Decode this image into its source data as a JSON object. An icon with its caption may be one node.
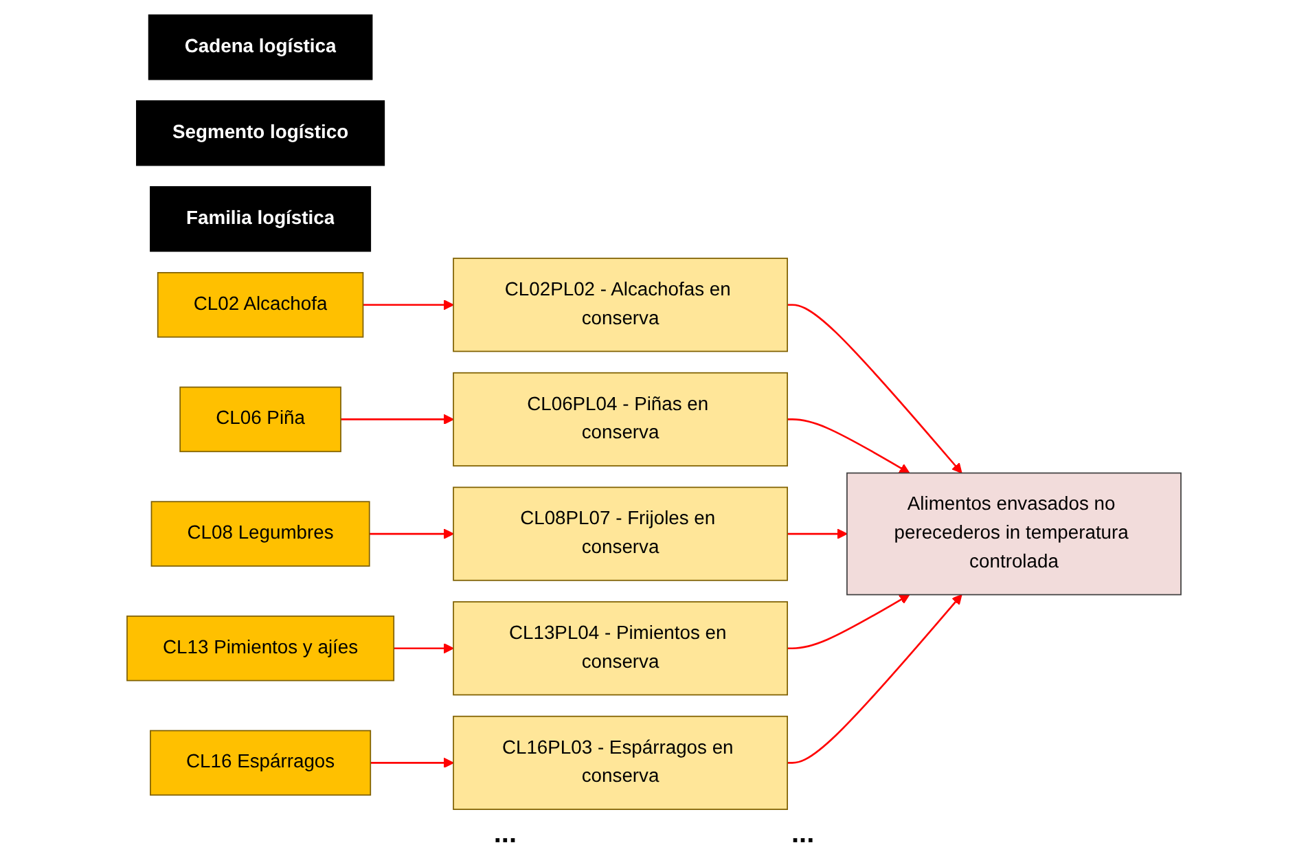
{
  "diagram": {
    "nodes": [
      {
        "text": [
          "Cadena logística"
        ]
      },
      {
        "text": [
          "Segmento logístico"
        ]
      },
      {
        "text": [
          "Familia logística"
        ]
      },
      {
        "text": [
          "CL02 Alcachofa"
        ]
      },
      {
        "text": [
          "CL02PL02 - Alcachofas en conserva"
        ]
      },
      {
        "text": [
          "Alimentos envasados no perecederos in temperatura controlada"
        ]
      },
      {
        "text": [
          "CL06 Piña"
        ]
      },
      {
        "text": [
          "CL06PL04 - Piñas en conserva"
        ]
      },
      {
        "text": [
          "CL08 Legumbres"
        ]
      },
      {
        "text": [
          "CL08PL07 - Frijoles en conserva"
        ]
      },
      {
        "text": [
          "CL13 Pimientos y ajíes"
        ]
      },
      {
        "text": [
          "CL13PL04 - Pimientos en conserva"
        ]
      },
      {
        "text": [
          "CL16 Espárragos"
        ]
      },
      {
        "text": [
          "CL16PL03 - Espárragos en conserva"
        ]
      }
    ],
    "edges": [
      {
        "from": 3,
        "to": 4,
        "arrow": "to"
      },
      {
        "from": 6,
        "to": 7,
        "arrow": "to"
      },
      {
        "from": 8,
        "to": 9,
        "arrow": "to"
      },
      {
        "from": 10,
        "to": 11,
        "arrow": "to"
      },
      {
        "from": 12,
        "to": 13,
        "arrow": "to"
      },
      {
        "from": 4,
        "to": 5,
        "arrow": "to"
      },
      {
        "from": 7,
        "to": 5,
        "arrow": "to"
      },
      {
        "from": 9,
        "to": 5,
        "arrow": "to"
      },
      {
        "from": 11,
        "to": 5,
        "arrow": "to"
      },
      {
        "from": 13,
        "to": 5,
        "arrow": "to"
      }
    ],
    "labels": [
      "...",
      "..."
    ]
  }
}
